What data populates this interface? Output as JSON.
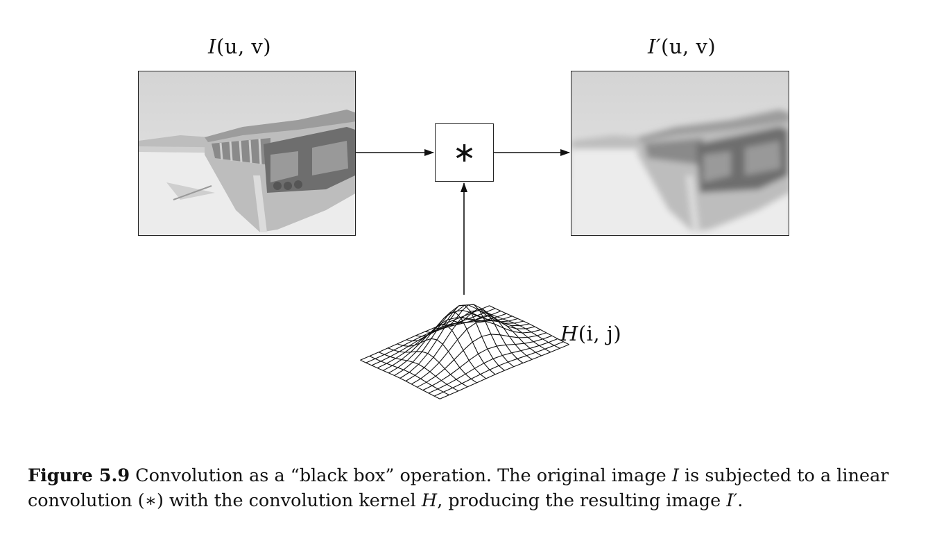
{
  "labels": {
    "input_image": {
      "name": "I",
      "args": "(u, v)"
    },
    "output_image": {
      "name": "I′",
      "args": "(u, v)"
    },
    "kernel": {
      "name": "H",
      "args": "(i, j)"
    },
    "operator": "∗"
  },
  "caption": {
    "figure_label": "Figure 5.9",
    "part1": " Convolution as a “black box” operation. The original image ",
    "var_I": "I",
    "part2": " is subjected to a linear convolution (∗) with the convolution kernel ",
    "var_H": "H",
    "part3": ", producing the resulting image ",
    "var_I_prime": "I′",
    "part4": "."
  }
}
